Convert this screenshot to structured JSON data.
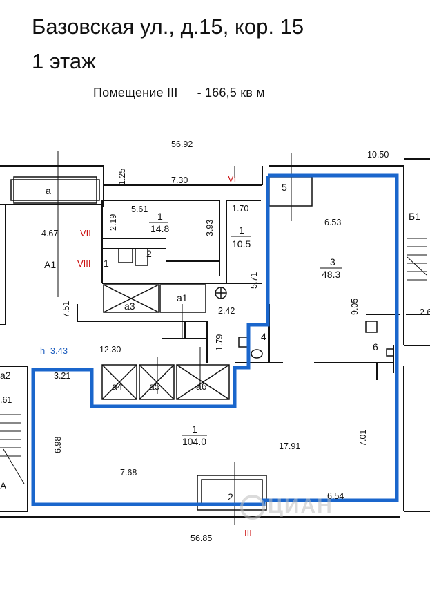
{
  "header": {
    "address": "Базовская ул., д.15, кор. 15",
    "floor": "1 этаж",
    "room_label": "Помещение III",
    "room_area": "- 166,5 кв м"
  },
  "dimensions": {
    "d_56_92": "56.92",
    "d_10_50": "10.50",
    "d_1_25": "1.25",
    "d_7_30": "7.30",
    "d_5_61": "5.61",
    "d_2_19": "2.19",
    "d_3_93": "3.93",
    "d_1_70": "1.70",
    "d_5_71": "5.71",
    "d_2_42": "2.42",
    "d_6_53": "6.53",
    "d_9_05": "9.05",
    "d_4_67": "4.67",
    "d_7_51": "7.51",
    "d_1_79": "1.79",
    "d_12_30": "12.30",
    "d_3_21": "3.21",
    "d_61": ".61",
    "d_6_98": "6.98",
    "d_7_68": "7.68",
    "d_17_91": "17.91",
    "d_7_01": "7.01",
    "d_6_54": "6.54",
    "d_56_85": "56.85",
    "d_2_6": "2.6",
    "height": "h=3.43"
  },
  "rooms": {
    "r1_num": "1",
    "r1_area": "14.8",
    "r1b_num": "1",
    "r1b_area": "10.5",
    "r3_num": "3",
    "r3_area": "48.3",
    "big_num": "1",
    "big_area": "104.0",
    "r2_small": "2",
    "r2_bottom": "2",
    "r4": "4",
    "r5": "5",
    "r6": "6",
    "a": "a",
    "A1": "A1",
    "a1": "a1",
    "a2": "a2",
    "a3": "a3",
    "a4": "a4",
    "a5": "a5",
    "a6": "a6",
    "B1": "Б1",
    "A": "A",
    "r1_tiny": "1"
  },
  "roman": {
    "VI": "VI",
    "VII": "VII",
    "VIII": "VIII",
    "III": "III"
  },
  "watermark": {
    "text": "ЦИАН"
  },
  "colors": {
    "outline": "#1a66cc",
    "wall": "#111111",
    "label_red": "#cc1111",
    "label_blue": "#1f5fbf"
  }
}
